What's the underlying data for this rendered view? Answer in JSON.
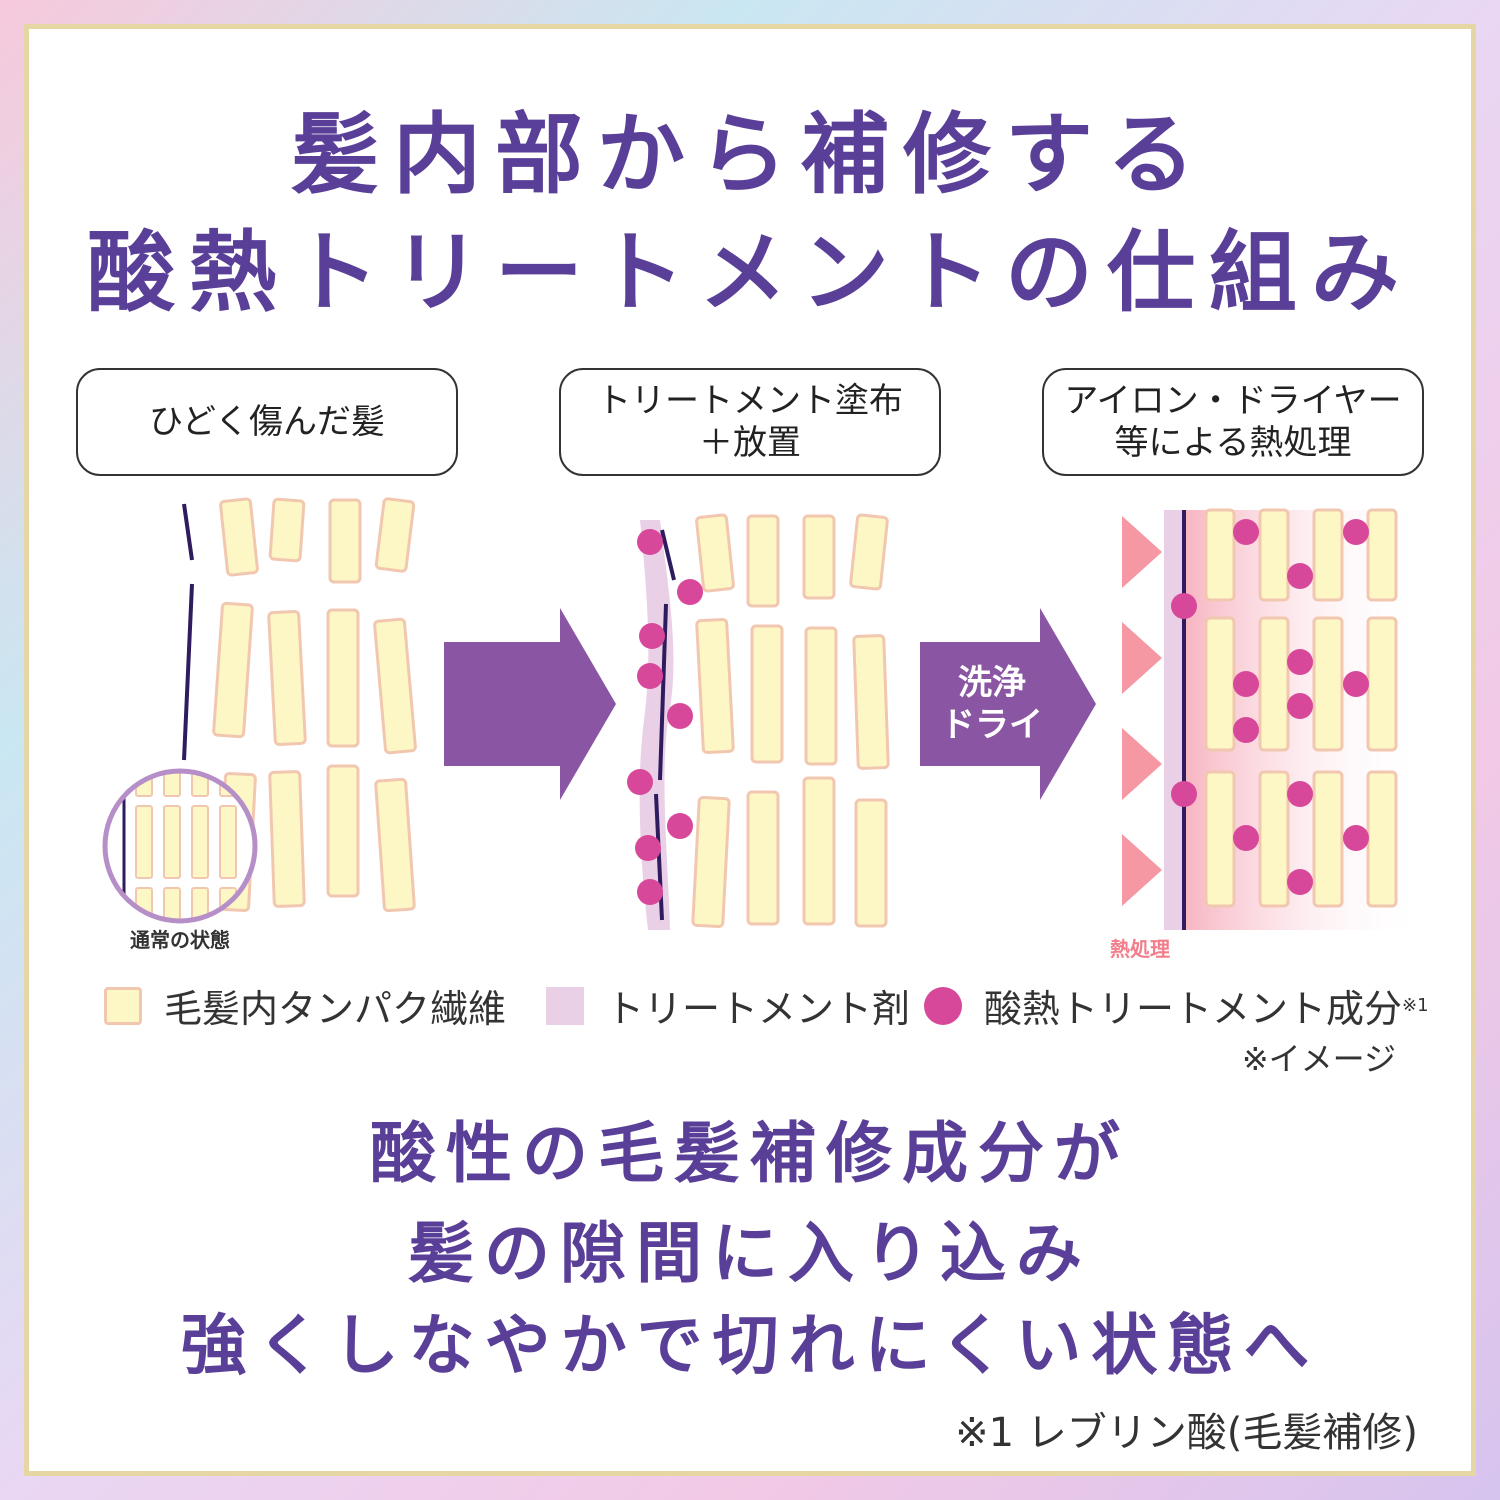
{
  "title": {
    "line1": "髪内部から補修する",
    "line2": "酸熱トリートメントの仕組み"
  },
  "steps": [
    {
      "line1": "ひどく傷んだ髪",
      "line2": ""
    },
    {
      "line1": "トリートメント塗布",
      "line2": "＋放置"
    },
    {
      "line1": "アイロン・ドライヤー",
      "line2": "等による熱処理"
    }
  ],
  "diagram": {
    "normal_state_label": "通常の状態",
    "arrow2_label_line1": "洗浄",
    "arrow2_label_line2": "ドライ",
    "heat_label": "熱処理"
  },
  "legend": [
    {
      "label": "毛髪内タンパク繊維",
      "icon": "fiber-square-icon",
      "color": "#fdf7c6"
    },
    {
      "label": "トリートメント剤",
      "icon": "treatment-square-icon",
      "color": "#ead0e6"
    },
    {
      "label": "酸熱トリートメント成分",
      "sup": "※1",
      "icon": "component-dot-icon",
      "color": "#d8489a"
    }
  ],
  "image_note": "※イメージ",
  "body": {
    "line1": "酸性の毛髪補修成分が",
    "line2": "髪の隙間に入り込み",
    "line3": "強くしなやかで切れにくい状態へ"
  },
  "footnote": "※1 レブリン酸(毛髪補修)",
  "colors": {
    "title_purple": "#5a3f98",
    "arrow_purple": "#8a56a4",
    "fiber_fill": "#fdf7c6",
    "fiber_stroke": "#f2c7b0",
    "dot_magenta": "#d8489a",
    "cuticle_line": "#2e1c5e",
    "heat_pink": "#f27e8c"
  }
}
